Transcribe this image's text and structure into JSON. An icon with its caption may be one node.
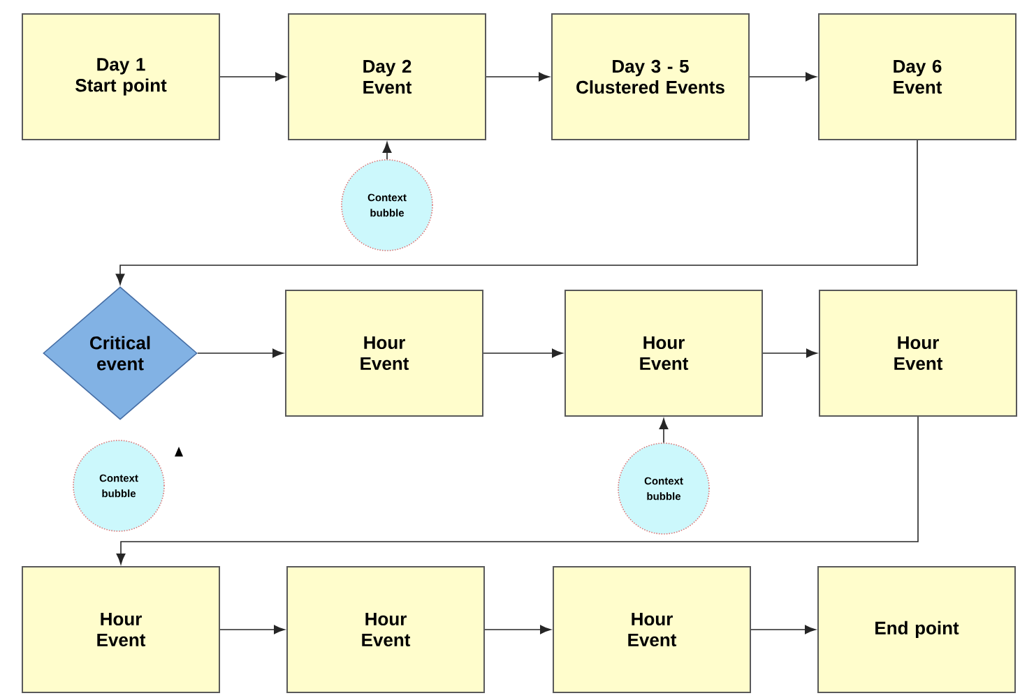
{
  "diagram": {
    "nodes": [
      {
        "text": [
          "Day 1 Start point"
        ]
      },
      {
        "text": [
          "Day 2 Event"
        ]
      },
      {
        "text": [
          "Day 3 - 5 Clustered Events"
        ]
      },
      {
        "text": [
          "Day 6 Event"
        ]
      },
      {
        "text": [
          "Context bubble"
        ]
      },
      {
        "text": [
          "Critical event"
        ]
      },
      {
        "text": [
          "Hour Event"
        ]
      },
      {
        "text": [
          "Hour Event"
        ]
      },
      {
        "text": [
          "Hour Event"
        ]
      },
      {
        "text": [
          "Context bubble"
        ]
      },
      {
        "text": [
          "Context bubble"
        ]
      },
      {
        "text": [
          "Hour Event"
        ]
      },
      {
        "text": [
          "Hour Event"
        ]
      },
      {
        "text": [
          "Hour Event"
        ]
      },
      {
        "text": [
          "End point"
        ]
      }
    ],
    "edges": [
      {
        "from": 0,
        "to": 1,
        "arrow": "to"
      },
      {
        "from": 1,
        "to": 2,
        "arrow": "to"
      },
      {
        "from": 2,
        "to": 3,
        "arrow": "to"
      },
      {
        "from": 4,
        "to": 1,
        "arrow": "to"
      },
      {
        "from": 3,
        "to": 5,
        "arrow": "to"
      },
      {
        "from": 5,
        "to": 6,
        "arrow": "to"
      },
      {
        "from": 6,
        "to": 7,
        "arrow": "to"
      },
      {
        "from": 7,
        "to": 8,
        "arrow": "to"
      },
      {
        "from": 10,
        "to": 7,
        "arrow": "to"
      },
      {
        "from": 8,
        "to": 11,
        "arrow": "to"
      },
      {
        "from": 11,
        "to": 12,
        "arrow": "to"
      },
      {
        "from": 12,
        "to": 13,
        "arrow": "to"
      },
      {
        "from": 13,
        "to": 14,
        "arrow": "to"
      }
    ]
  }
}
